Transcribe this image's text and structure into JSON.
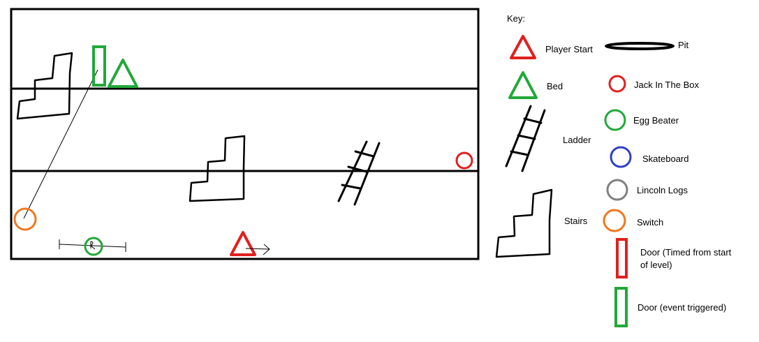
{
  "colors": {
    "red": "#e02020",
    "green": "#22a83a",
    "blue": "#3040c0",
    "gray": "#808080",
    "orange": "#f07820",
    "black": "#000000"
  },
  "key": {
    "title": "Key:",
    "player_start": "Player Start",
    "pit": "Pit",
    "bed": "Bed",
    "jack_in_the_box": "Jack In The Box",
    "egg_beater": "Egg Beater",
    "ladder": "Ladder",
    "skateboard": "Skateboard",
    "lincoln_logs": "Lincoln Logs",
    "stairs": "Stairs",
    "switch": "Switch",
    "door_timed": "Door (Timed from start of level)",
    "door_event": "Door (event triggered)"
  },
  "level": {
    "floors": 3,
    "objects": [
      "stairs",
      "event-door",
      "bed",
      "stairs",
      "ladder",
      "jack-in-the-box",
      "switch",
      "egg-beater",
      "player-start"
    ]
  }
}
